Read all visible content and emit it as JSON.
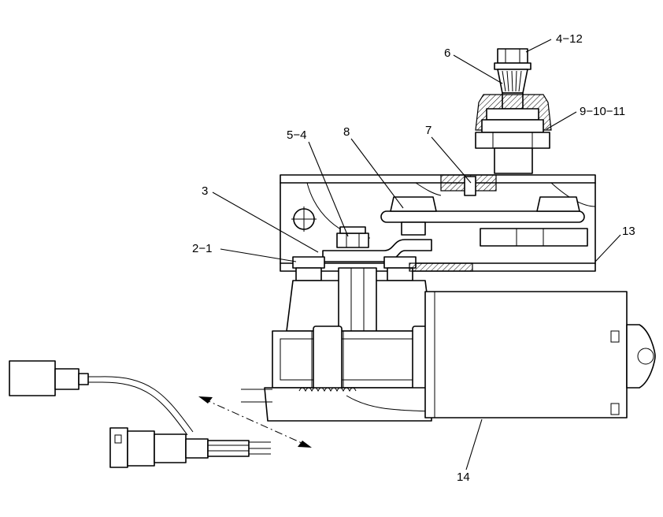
{
  "callouts": {
    "c_4_12": "4−12",
    "c_6": "6",
    "c_9_10_11": "9−10−11",
    "c_5_4": "5−4",
    "c_8": "8",
    "c_7": "7",
    "c_3": "3",
    "c_2_1": "2−1",
    "c_13": "13",
    "c_14": "14"
  }
}
